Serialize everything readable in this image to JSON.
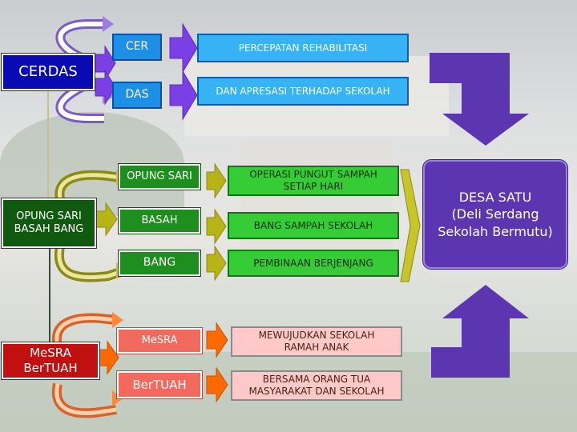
{
  "colors": {
    "navy": "#0a0ab4",
    "blue": "#1d8fe6",
    "sky": "#37b3f5",
    "purple": "#7b3fe6",
    "indigo": "#5b36b0",
    "darkgreen": "#0f5a0f",
    "green": "#1e8f1e",
    "lightgreen": "#35cc35",
    "olive": "#b7b418",
    "darkred": "#c01010",
    "salmon": "#f26a5e",
    "orange": "#ff6a00",
    "pink": "#ffc9c9"
  },
  "groups": [
    {
      "main": "CERDAS",
      "items": [
        {
          "label": "CER",
          "description": "PERCEPATAN REHABILITASI"
        },
        {
          "label": "DAS",
          "description": "DAN APRESASI TERHADAP SEKOLAH"
        }
      ]
    },
    {
      "main": "OPUNG SARI BASAH BANG",
      "items": [
        {
          "label": "OPUNG SARI",
          "description": "OPERASI  PUNGUT SAMPAH SETIAP HARI"
        },
        {
          "label": "BASAH",
          "description": "BANG SAMPAH SEKOLAH"
        },
        {
          "label": "BANG",
          "description": "PEMBINAAN BERJENJANG"
        }
      ]
    },
    {
      "main": "MeSRA BerTUAH",
      "items": [
        {
          "label": "MeSRA",
          "description": "MEWUJUDKAN SEKOLAH RAMAH ANAK"
        },
        {
          "label": "BerTUAH",
          "description": "BERSAMA ORANG TUA MASYARAKAT  DAN SEKOLAH"
        }
      ]
    }
  ],
  "target": {
    "title": "DESA SATU",
    "subtitle": "(Deli Serdang Sekolah Bermutu)"
  }
}
